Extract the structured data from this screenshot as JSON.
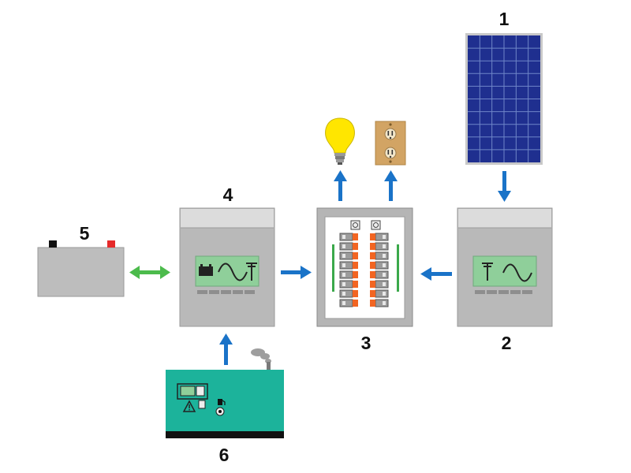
{
  "labels": {
    "solar_panel": "1",
    "solar_inverter": "2",
    "breaker_panel": "3",
    "hybrid_inverter": "4",
    "battery": "5",
    "generator": "6"
  },
  "colors": {
    "flow_arrow": "#1a73c8",
    "battery_arrow": "#4cbb4c",
    "inverter_screen": "#8fcf9a",
    "generator_body": "#1cb39b",
    "solar_cell": "#1f2f8f",
    "bulb": "#ffe600",
    "outlet_plate": "#d2a464",
    "breaker_handle": "#f26522"
  },
  "icons": [
    "solar-panel-icon",
    "inverter-icon",
    "breaker-panel-icon",
    "battery-icon",
    "generator-icon",
    "light-bulb-icon",
    "outlet-icon"
  ]
}
